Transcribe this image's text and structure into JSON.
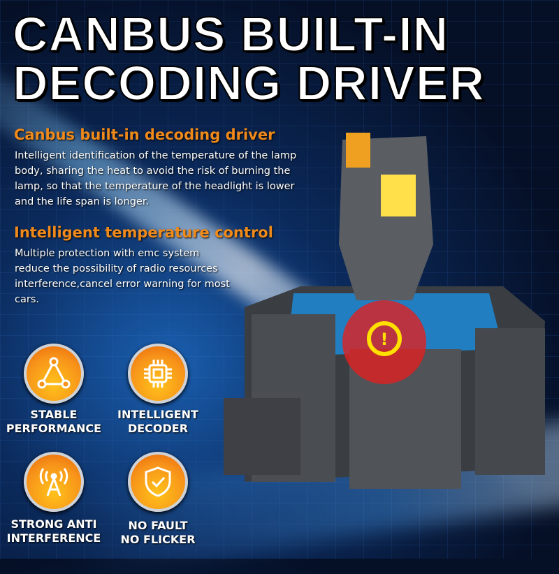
{
  "title": {
    "line1": "CANBUS BUILT-IN",
    "line2": "DECODING DRIVER"
  },
  "sections": [
    {
      "heading": "Canbus built-in decoding driver",
      "lines": [
        "Intelligent identification of the temperature of the lamp",
        "body, sharing the heat to avoid the risk of burning the",
        "lamp, so that the temperature of the headlight is lower",
        "and the life span is longer."
      ]
    },
    {
      "heading": "Intelligent temperature control",
      "lines": [
        "Multiple protection with emc system",
        "reduce the possibility of radio resources",
        "interference,cancel error warning for most",
        "cars."
      ]
    }
  ],
  "features": [
    {
      "icon": "triangle-nodes-icon",
      "line1": "STABLE",
      "line2": "PERFORMANCE"
    },
    {
      "icon": "chip-icon",
      "line1": "INTELLIGENT",
      "line2": "DECODER"
    },
    {
      "icon": "antenna-icon",
      "line1": "STRONG ANTI",
      "line2": "INTERFERENCE"
    },
    {
      "icon": "shield-check-icon",
      "line1": "NO FAULT",
      "line2": "NO FLICKER"
    }
  ],
  "colors": {
    "heading": "#f08a1a",
    "badge": "#f7931a",
    "warning": "#e02020"
  }
}
